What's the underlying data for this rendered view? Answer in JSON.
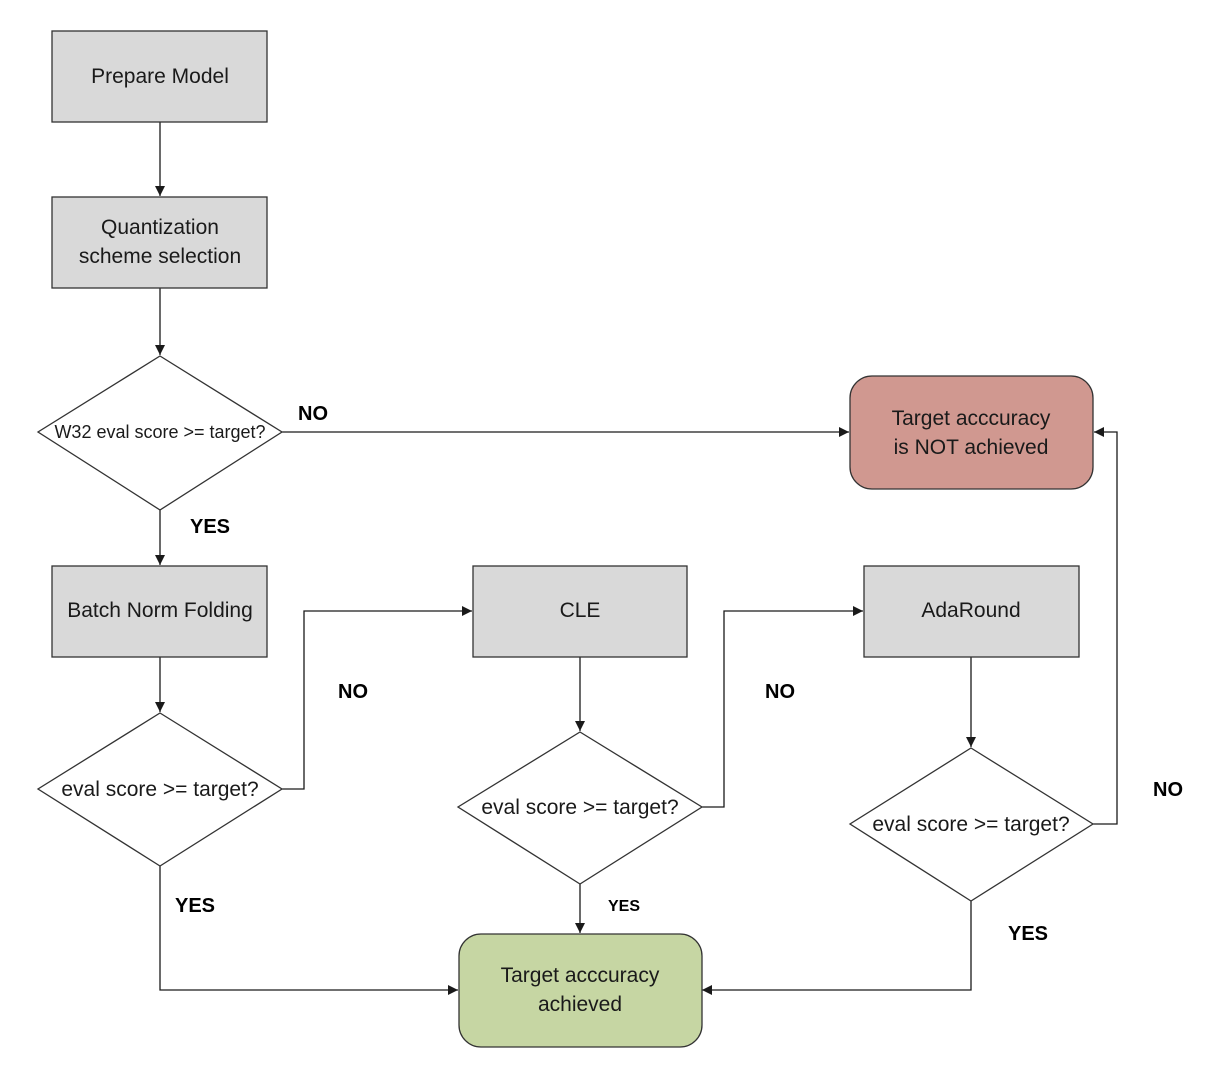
{
  "nodes": {
    "prepare_model": "Prepare Model",
    "quant_scheme_line1": "Quantization",
    "quant_scheme_line2": "scheme selection",
    "w32_check": "W32 eval score >= target?",
    "not_achieved_line1": "Target acccuracy",
    "not_achieved_line2": "is NOT achieved",
    "bn_folding": "Batch Norm Folding",
    "bn_check": "eval score >= target?",
    "cle": "CLE",
    "cle_check": "eval score >= target?",
    "adaround": "AdaRound",
    "adaround_check": "eval score >= target?",
    "achieved_line1": "Target acccuracy",
    "achieved_line2": "achieved"
  },
  "edge_labels": {
    "w32_no": "NO",
    "w32_yes": "YES",
    "bn_no": "NO",
    "bn_yes": "YES",
    "cle_no": "NO",
    "cle_yes": "YES",
    "adaround_no": "NO",
    "adaround_yes": "YES"
  },
  "colors": {
    "process_fill": "#d9d9d9",
    "fail_fill": "#d09890",
    "success_fill": "#c6d6a3"
  }
}
